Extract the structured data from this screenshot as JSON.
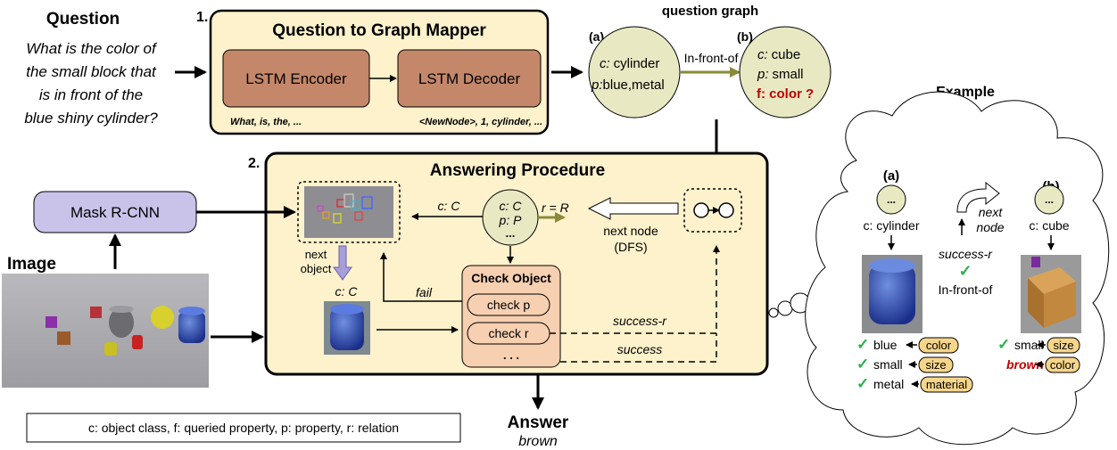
{
  "question": {
    "heading": "Question",
    "lines": [
      "What is the color of",
      "the small block that",
      "is in front of the",
      "blue shiny cylinder?"
    ]
  },
  "mapper": {
    "step": "1.",
    "title": "Question to Graph Mapper",
    "encoder": "LSTM Encoder",
    "decoder": "LSTM Decoder",
    "encoder_tokens": "What, is, the, ...",
    "decoder_tokens": "<NewNode>, 1, cylinder, ..."
  },
  "question_graph": {
    "title": "question graph",
    "edge_label": "In-front-of",
    "node_a": {
      "tag": "(a)",
      "class_key": "c:",
      "class_val": "cylinder",
      "prop_key": "p:",
      "prop_val": "blue,metal"
    },
    "node_b": {
      "tag": "(b)",
      "class_key": "c:",
      "class_val": "cube",
      "prop_key": "p:",
      "prop_val": "small",
      "query": "f: color ?"
    }
  },
  "procedure": {
    "step": "2.",
    "title": "Answering Procedure",
    "mask_rcnn": "Mask R-CNN",
    "image_label": "Image",
    "node_c": "c: C",
    "node_p": "p: P",
    "node_more": "...",
    "r_label": "r = R",
    "c_arrow_label": "c: C",
    "next_node": "next node",
    "dfs": "(DFS)",
    "next_object_1": "next",
    "next_object_2": "object",
    "candidate_label": "c: C",
    "fail": "fail",
    "check_title": "Check Object",
    "check_p": "check p",
    "check_r": "check r",
    "check_more": ". . .",
    "success_r": "success-r",
    "success": "success"
  },
  "answer": {
    "label": "Answer",
    "value": "brown"
  },
  "legend": "c: object class, f: queried property, p: property, r: relation",
  "example": {
    "title": "Example",
    "tag_a": "(a)",
    "tag_b": "(b)",
    "node_text": "...",
    "class_a": "c: cylinder",
    "class_b": "c: cube",
    "next_node_1": "next",
    "next_node_2": "node",
    "success_r": "success-r",
    "relation": "In-front-of",
    "checks_a": [
      {
        "value": "blue",
        "tag": "color"
      },
      {
        "value": "small",
        "tag": "size"
      },
      {
        "value": "metal",
        "tag": "material"
      }
    ],
    "checks_b": [
      {
        "value": "small",
        "tag": "size"
      },
      {
        "value": "brown",
        "tag": "color"
      }
    ]
  },
  "colors": {
    "panel_fill": "#fdf2cc",
    "lstm_fill": "#c4876a",
    "node_fill": "#e8e8c3",
    "mask_fill": "#c9c3ea",
    "check_fill": "#f7cfb1",
    "pill_fill": "#f5d58a",
    "olive_arrow": "#8a8a3a",
    "answer_red": "#c00000",
    "check_green": "#2db04b"
  }
}
